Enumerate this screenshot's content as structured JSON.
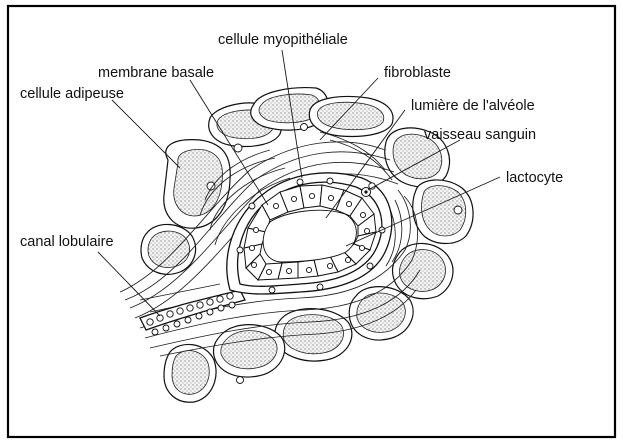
{
  "labels": {
    "myoepithelial": "cellule myopithéliale",
    "basement_membrane": "membrane basale",
    "fibroblast": "fibroblaste",
    "adipocyte": "cellule adipeuse",
    "alveolus_lumen": "lumière de l'alvéole",
    "blood_vessel": "vaisseau sanguin",
    "lactocyte": "lactocyte",
    "lobular_duct": "canal lobulaire"
  }
}
